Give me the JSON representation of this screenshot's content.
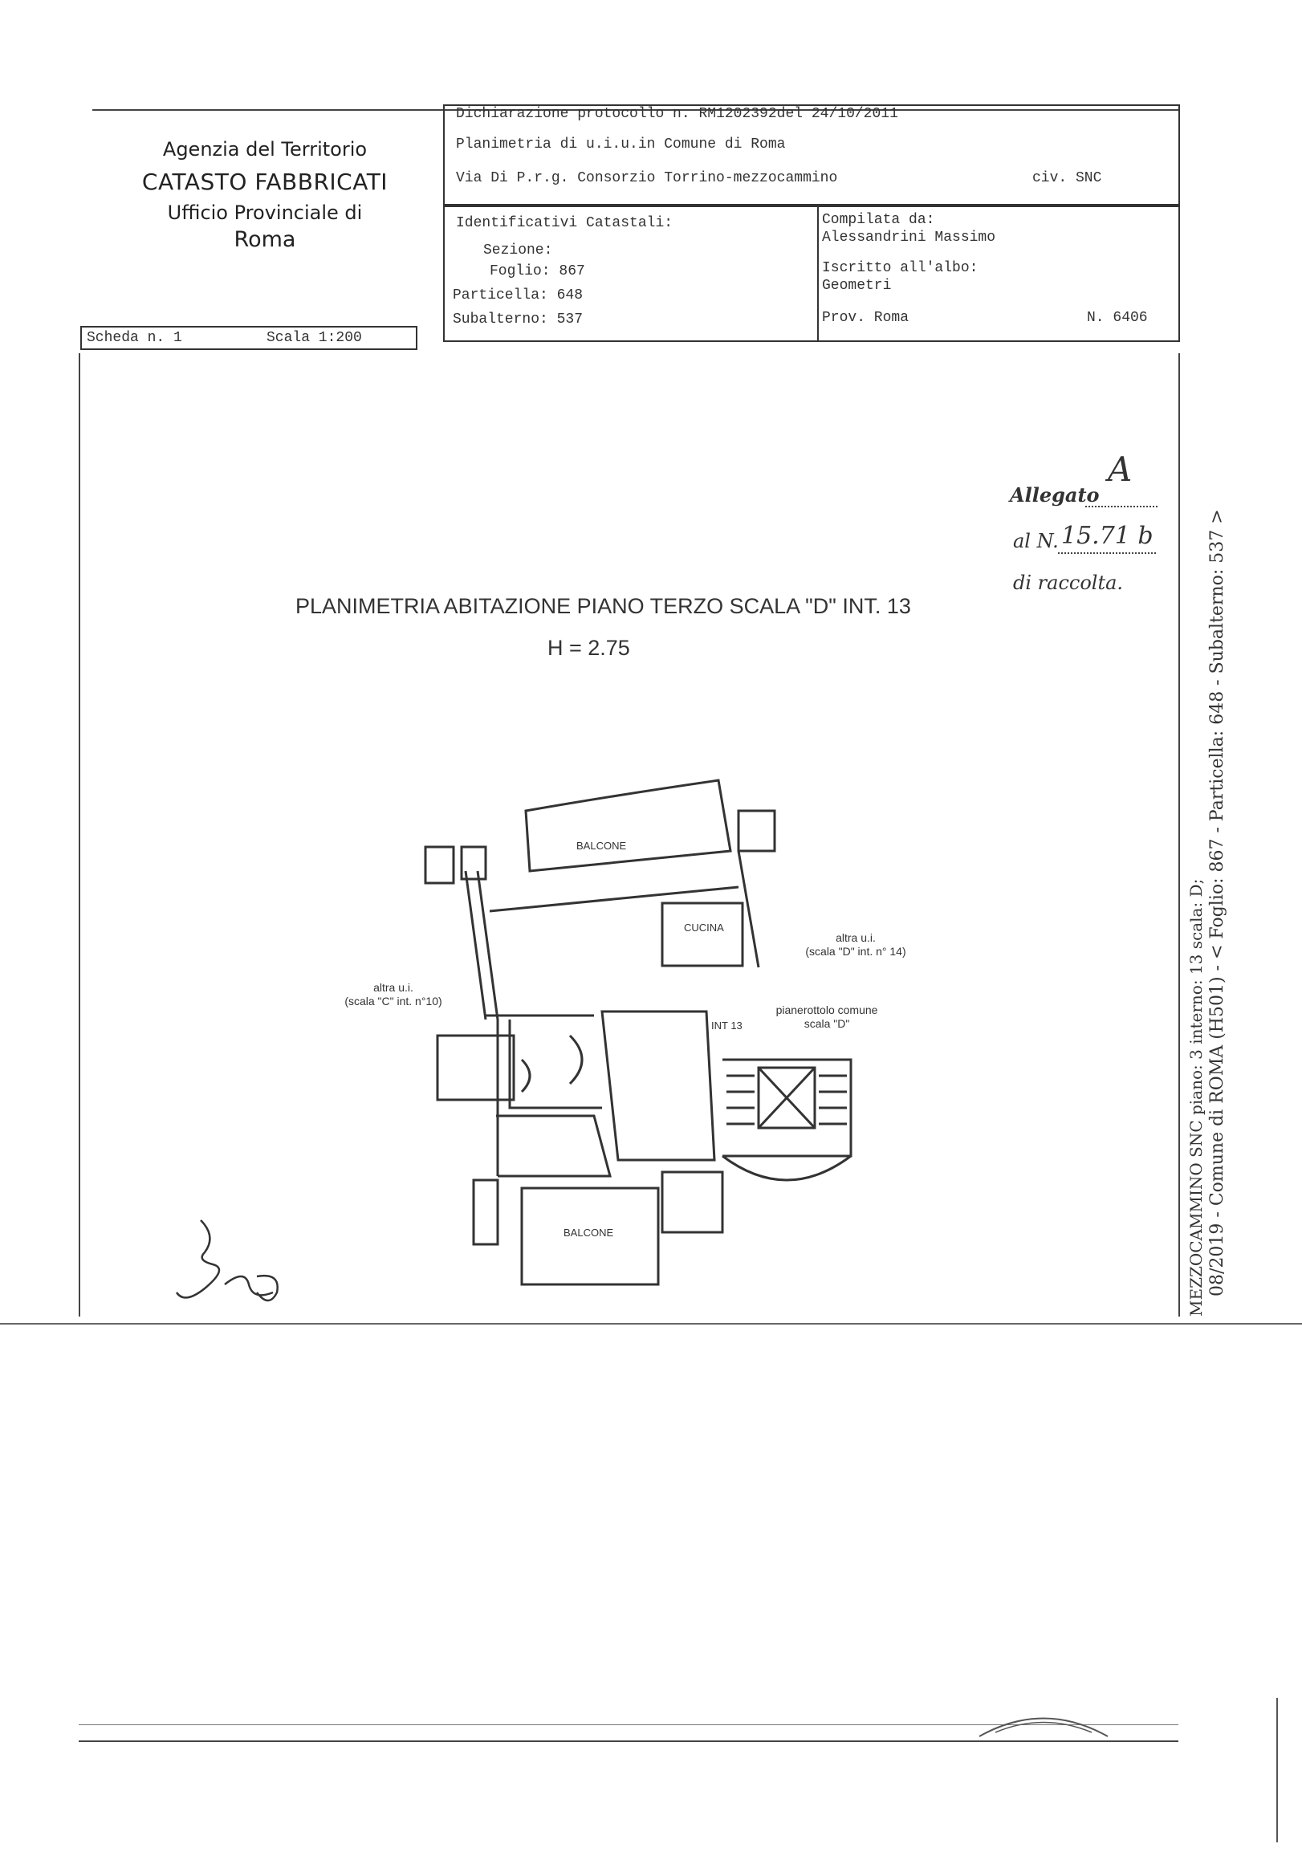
{
  "agency": {
    "line1": "Agenzia del Territorio",
    "line2": "CATASTO FABBRICATI",
    "line3": "Ufficio Provinciale di",
    "line4": "Roma"
  },
  "declaration": {
    "protocol": "Dichiarazione protocollo n. RM1202392del  24/10/2011",
    "planimetry": "Planimetria di u.i.u.in Comune di Roma",
    "address": "Via Di P.r.g. Consorzio Torrino-mezzocammino",
    "civ": "civ. SNC"
  },
  "identifiers": {
    "heading": "Identificativi Catastali:",
    "sezione": "Sezione:",
    "foglio": "Foglio: 867",
    "particella": "Particella: 648",
    "subalterno": "Subalterno: 537"
  },
  "compiler": {
    "compilata": "Compilata da:",
    "name": "Alessandrini Massimo",
    "iscritto": "Iscritto all'albo:",
    "albo": "Geometri",
    "prov": "Prov. Roma",
    "number": "N.  6406"
  },
  "scheda": {
    "scheda": "Scheda n. 1",
    "scala": "Scala 1:200"
  },
  "plan": {
    "title": "PLANIMETRIA ABITAZIONE PIANO TERZO SCALA \"D\" INT. 13",
    "height": "H = 2.75",
    "rooms": {
      "balcone_top": "BALCONE",
      "cucina": "CUCINA",
      "balcone_bottom": "BALCONE",
      "int13": "INT 13"
    },
    "labels": {
      "altra_left_1": "altra u.i.",
      "altra_left_2": "(scala \"C\" int. n°10)",
      "altra_right_1": "altra u.i.",
      "altra_right_2": "(scala \"D\" int. n° 14)",
      "pianerottolo_1": "pianerottolo comune",
      "pianerottolo_2": "scala \"D\""
    }
  },
  "annotation": {
    "allegato": "Allegato",
    "letter": "A",
    "al_n": "al N.",
    "number": "15.71 b",
    "raccolta": "di raccolta."
  },
  "side_text": {
    "line1": "08/2019 - Comune di ROMA (H501) - < Foglio: 867 - Particella: 648 - Subalterno: 537 >",
    "line2": "MEZZOCAMMINO SNC piano: 3 interno: 13 scala: D;"
  }
}
